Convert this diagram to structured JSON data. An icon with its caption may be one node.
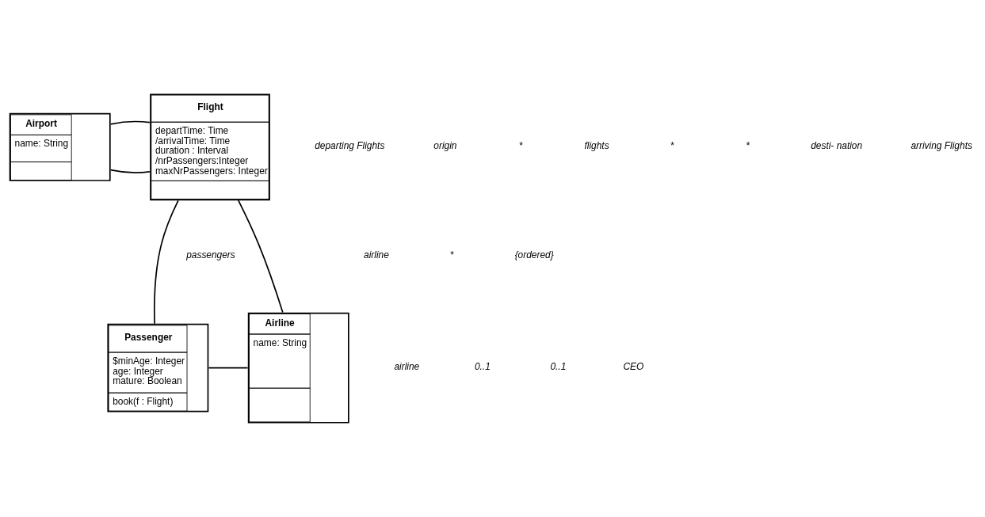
{
  "diagram": {
    "nodes": [
      {
        "text": [
          "Airport",
          "name: String"
        ]
      },
      {
        "text": [
          "Flight",
          "departTime: Time",
          "/arrivalTime: Time",
          "duration : Interval",
          "/nrPassengers:Integer",
          "maxNrPassengers: Integer"
        ]
      },
      {
        "text": [
          "Airline",
          "name: String"
        ]
      },
      {
        "text": [
          "Passenger",
          "$minAge: Integer",
          "age: Integer",
          "mature: Boolean",
          "book(f : Flight)"
        ]
      }
    ],
    "edges": [
      {
        "from": 0,
        "to": 1,
        "arrow": "none"
      },
      {
        "from": 0,
        "to": 1,
        "arrow": "none"
      },
      {
        "from": 1,
        "to": 2,
        "arrow": "none"
      },
      {
        "from": 1,
        "to": 3,
        "arrow": "none"
      },
      {
        "from": 3,
        "to": 2,
        "arrow": "none"
      }
    ],
    "labels": [
      "departing Flights",
      "origin",
      "*",
      "flights",
      "*",
      "*",
      "airline",
      "desti- nation",
      "arriving Flights",
      "passengers",
      "*",
      "{ordered}",
      "airline",
      "0..1",
      "0..1",
      "CEO"
    ]
  }
}
